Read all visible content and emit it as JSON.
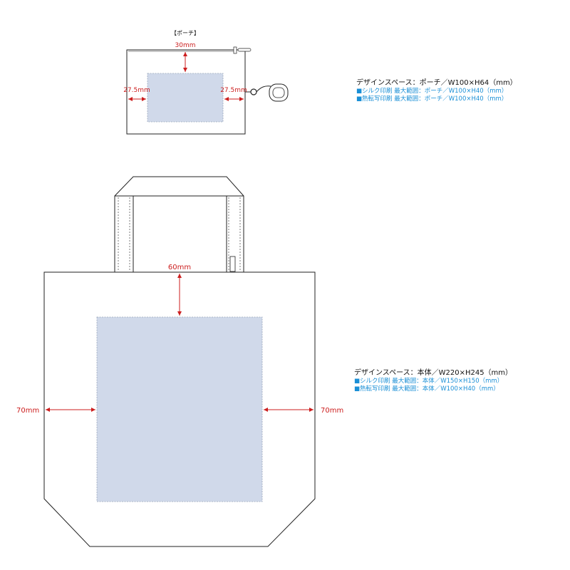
{
  "pouch": {
    "label": "【ポーチ】",
    "dim_top": "30mm",
    "dim_left": "27.5mm",
    "dim_right": "27.5mm"
  },
  "bag": {
    "dim_top": "60mm",
    "dim_left": "70mm",
    "dim_right": "70mm"
  },
  "spec_pouch": {
    "title": "デザインスペース：ポーチ／W100×H64（mm）",
    "lines": [
      "■シルク印刷 最大範囲：ポーチ／W100×H40（mm）",
      "■熱転写印刷 最大範囲：ポーチ／W100×H40（mm）"
    ]
  },
  "spec_body": {
    "title": "デザインスペース：本体／W220×H245（mm）",
    "lines": [
      "■シルク印刷 最大範囲：本体／W150×H150（mm）",
      "■熱転写印刷 最大範囲：本体／W100×H40（mm）"
    ]
  },
  "colors": {
    "outline": "#222222",
    "dimension": "#cc1e1e",
    "print_area": "#d0d9ea",
    "print_area_border": "#9aa6bb",
    "spec_line": "#1a8fd6"
  }
}
